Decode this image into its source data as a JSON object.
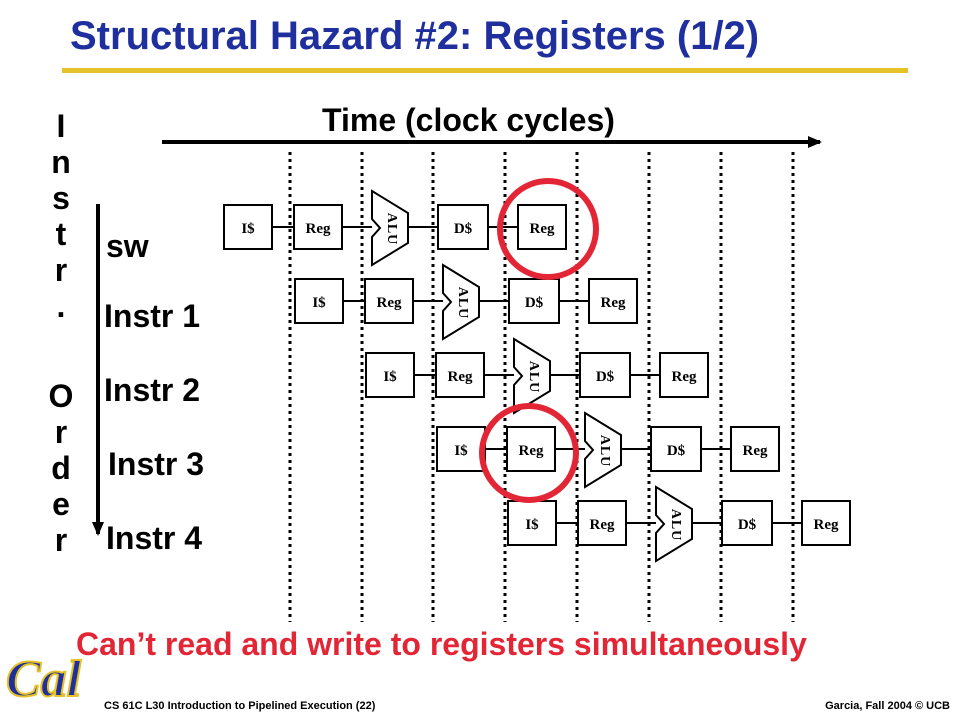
{
  "slide": {
    "title": "Structural Hazard #2: Registers (1/2)",
    "time_label": "Time (clock cycles)",
    "axis_word_top": [
      "I",
      "n",
      "s",
      "t",
      "r",
      "."
    ],
    "axis_word_bottom": [
      "O",
      "r",
      "d",
      "e",
      "r"
    ],
    "instructions": [
      "sw",
      "Instr 1",
      "Instr 2",
      "Instr 3",
      "Instr 4"
    ],
    "stage_labels": {
      "ifetch": "I$",
      "reg_read": "Reg",
      "alu": "ALU",
      "dmem": "D$",
      "reg_write": "Reg"
    },
    "caption": "Can’t read and write to registers simultaneously",
    "footer_left": "CS 61C L30 Introduction to Pipelined Execution (22)",
    "footer_right": "Garcia, Fall 2004 © UCB",
    "logo_text": "Cal"
  },
  "colors": {
    "title": "#1f2f9e",
    "title_rule": "#e6c229",
    "caption": "#e32636",
    "highlight_circle": "#e32636",
    "logo": "#1f2f9e",
    "logo_outline": "#e6c229"
  }
}
